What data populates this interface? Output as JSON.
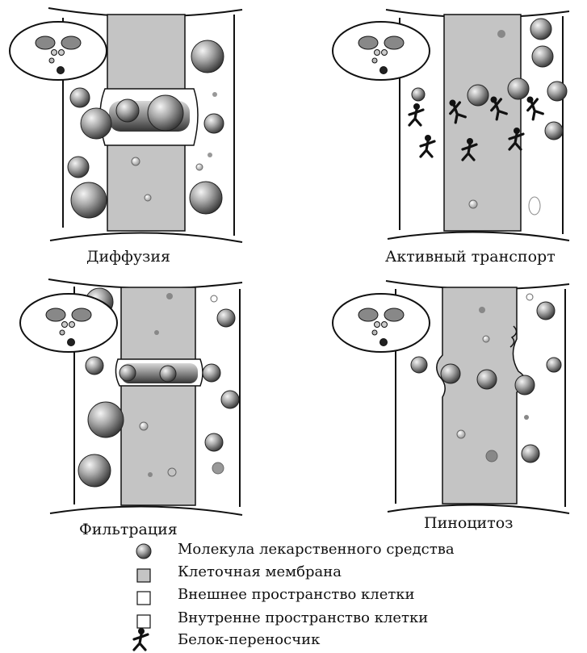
{
  "panels": [
    {
      "id": "diffusion",
      "title": "Диффузия"
    },
    {
      "id": "active",
      "title": "Активный транспорт"
    },
    {
      "id": "filtration",
      "title": "Фильтрация"
    },
    {
      "id": "pinocytosis",
      "title": "Пиноцитоз"
    }
  ],
  "legend": [
    {
      "icon": "drug-molecule-icon",
      "label": "Молекула лекарственного средства"
    },
    {
      "icon": "membrane-swatch-icon",
      "label": "Клеточная мембрана"
    },
    {
      "icon": "outer-space-swatch-icon",
      "label": "Внешнее пространство клетки"
    },
    {
      "icon": "inner-space-swatch-icon",
      "label": "Внутренне пространство клетки"
    },
    {
      "icon": "carrier-protein-icon",
      "label": "Белок-переносчик"
    }
  ],
  "colors": {
    "membrane": "#c4c4c4",
    "outline": "#111111",
    "background": "#ffffff",
    "molecule_light": "#e6e6e6",
    "molecule_dark": "#555555"
  }
}
